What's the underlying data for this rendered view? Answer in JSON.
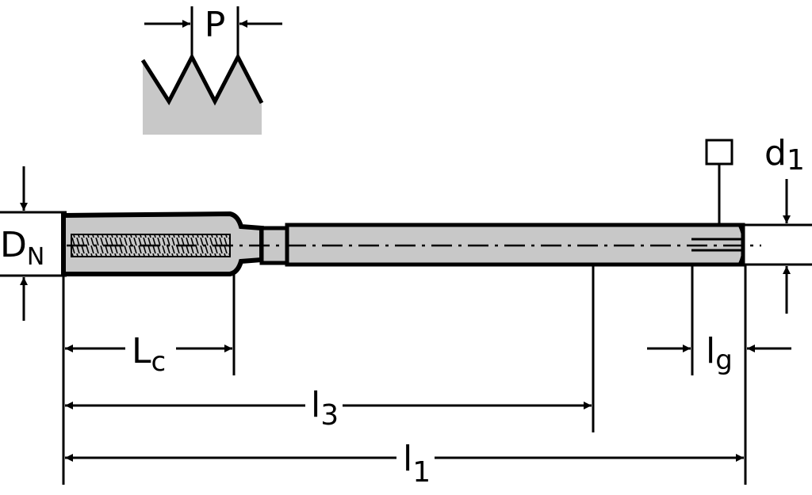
{
  "labels": {
    "pitch": "P",
    "nominal_diameter_main": "D",
    "nominal_diameter_sub": "N",
    "shank_diameter_main": "d",
    "shank_diameter_sub": "1",
    "chamfer_length_main": "L",
    "chamfer_length_sub": "c",
    "thread_length_main": "l",
    "thread_length_sub": "3",
    "total_length_main": "l",
    "total_length_sub": "1",
    "square_length_main": "l",
    "square_length_sub": "g"
  },
  "colors": {
    "line": "#000000",
    "fill_gray": "#c8c8c8",
    "body_dark": "#1a1a1a",
    "background": "#ffffff"
  }
}
